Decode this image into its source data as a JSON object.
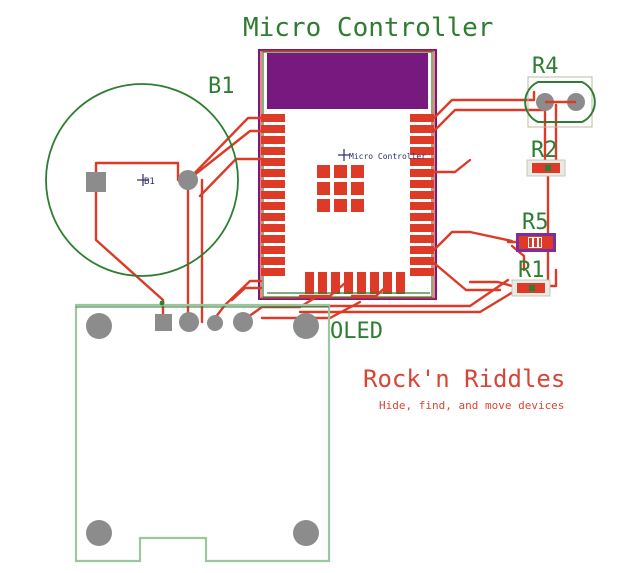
{
  "board": {
    "title": "Micro Controller",
    "brand_title": "Rock'n Riddles",
    "brand_subtitle": "Hide, find, and move devices",
    "colors": {
      "copper_red": "#dd3a28",
      "silk_green": "#2f7d32",
      "outline_green": "#9cc79e",
      "shield_purple": "#78197f",
      "pad_gray": "#8c8c8c",
      "label_navy": "#2b2b72",
      "brand_red": "#d94436",
      "resistor_body": "#7a2f9e",
      "background": "#ffffff"
    },
    "designators": {
      "battery": "B1",
      "battery_small": "B1",
      "mcu_label": "Micro Controller",
      "oled": "OLED",
      "r1": "R1",
      "r2": "R2",
      "r4": "R4",
      "r5": "R5"
    },
    "components": [
      {
        "ref": "B1",
        "type": "circular-battery-holder",
        "pads": 2
      },
      {
        "ref": "U1",
        "type": "microcontroller-module",
        "label": "Micro Controller",
        "left_pads": 17,
        "right_pads": 17,
        "bottom_pads": 9,
        "center_pad_grid": "3x3"
      },
      {
        "ref": "OLED",
        "type": "display-module",
        "pins": 4,
        "mounting_holes": 4
      },
      {
        "ref": "R1",
        "type": "smd-resistor"
      },
      {
        "ref": "R2",
        "type": "smd-resistor"
      },
      {
        "ref": "R4",
        "type": "through-hole-2pin"
      },
      {
        "ref": "R5",
        "type": "smd-resistor-large"
      }
    ]
  }
}
